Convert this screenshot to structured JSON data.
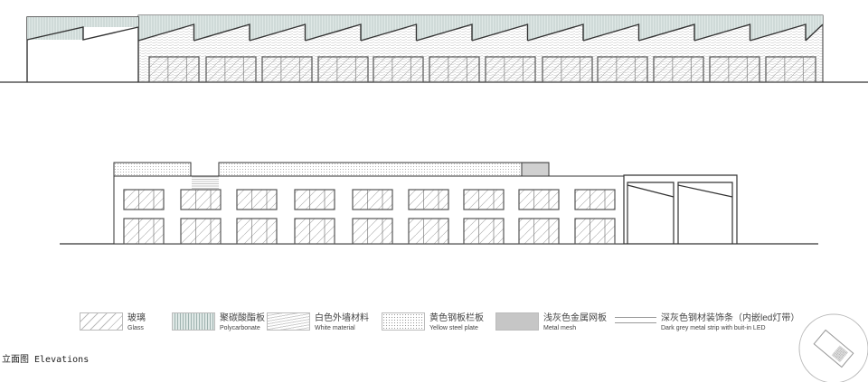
{
  "legend": [
    {
      "zh": "玻璃",
      "en": "Glass",
      "pattern": "glass"
    },
    {
      "zh": "聚碳酸酯板",
      "en": "Polycarbonate",
      "pattern": "poly"
    },
    {
      "zh": "白色外墙材料",
      "en": "White material",
      "pattern": "white"
    },
    {
      "zh": "黄色钢板栏板",
      "en": "Yellow steel plate",
      "pattern": "dots"
    },
    {
      "zh": "浅灰色金属网板",
      "en": "Metal mesh",
      "pattern": "mesh"
    },
    {
      "zh": "深灰色钢材装饰条（内嵌led灯带）",
      "en": "Dark grey metal strip with buit-in LED",
      "pattern": "strip"
    }
  ],
  "title": "立面图 Elevations",
  "colors": {
    "line": "#333333",
    "hatch": "#999999",
    "poly": "#c9d6d4"
  }
}
